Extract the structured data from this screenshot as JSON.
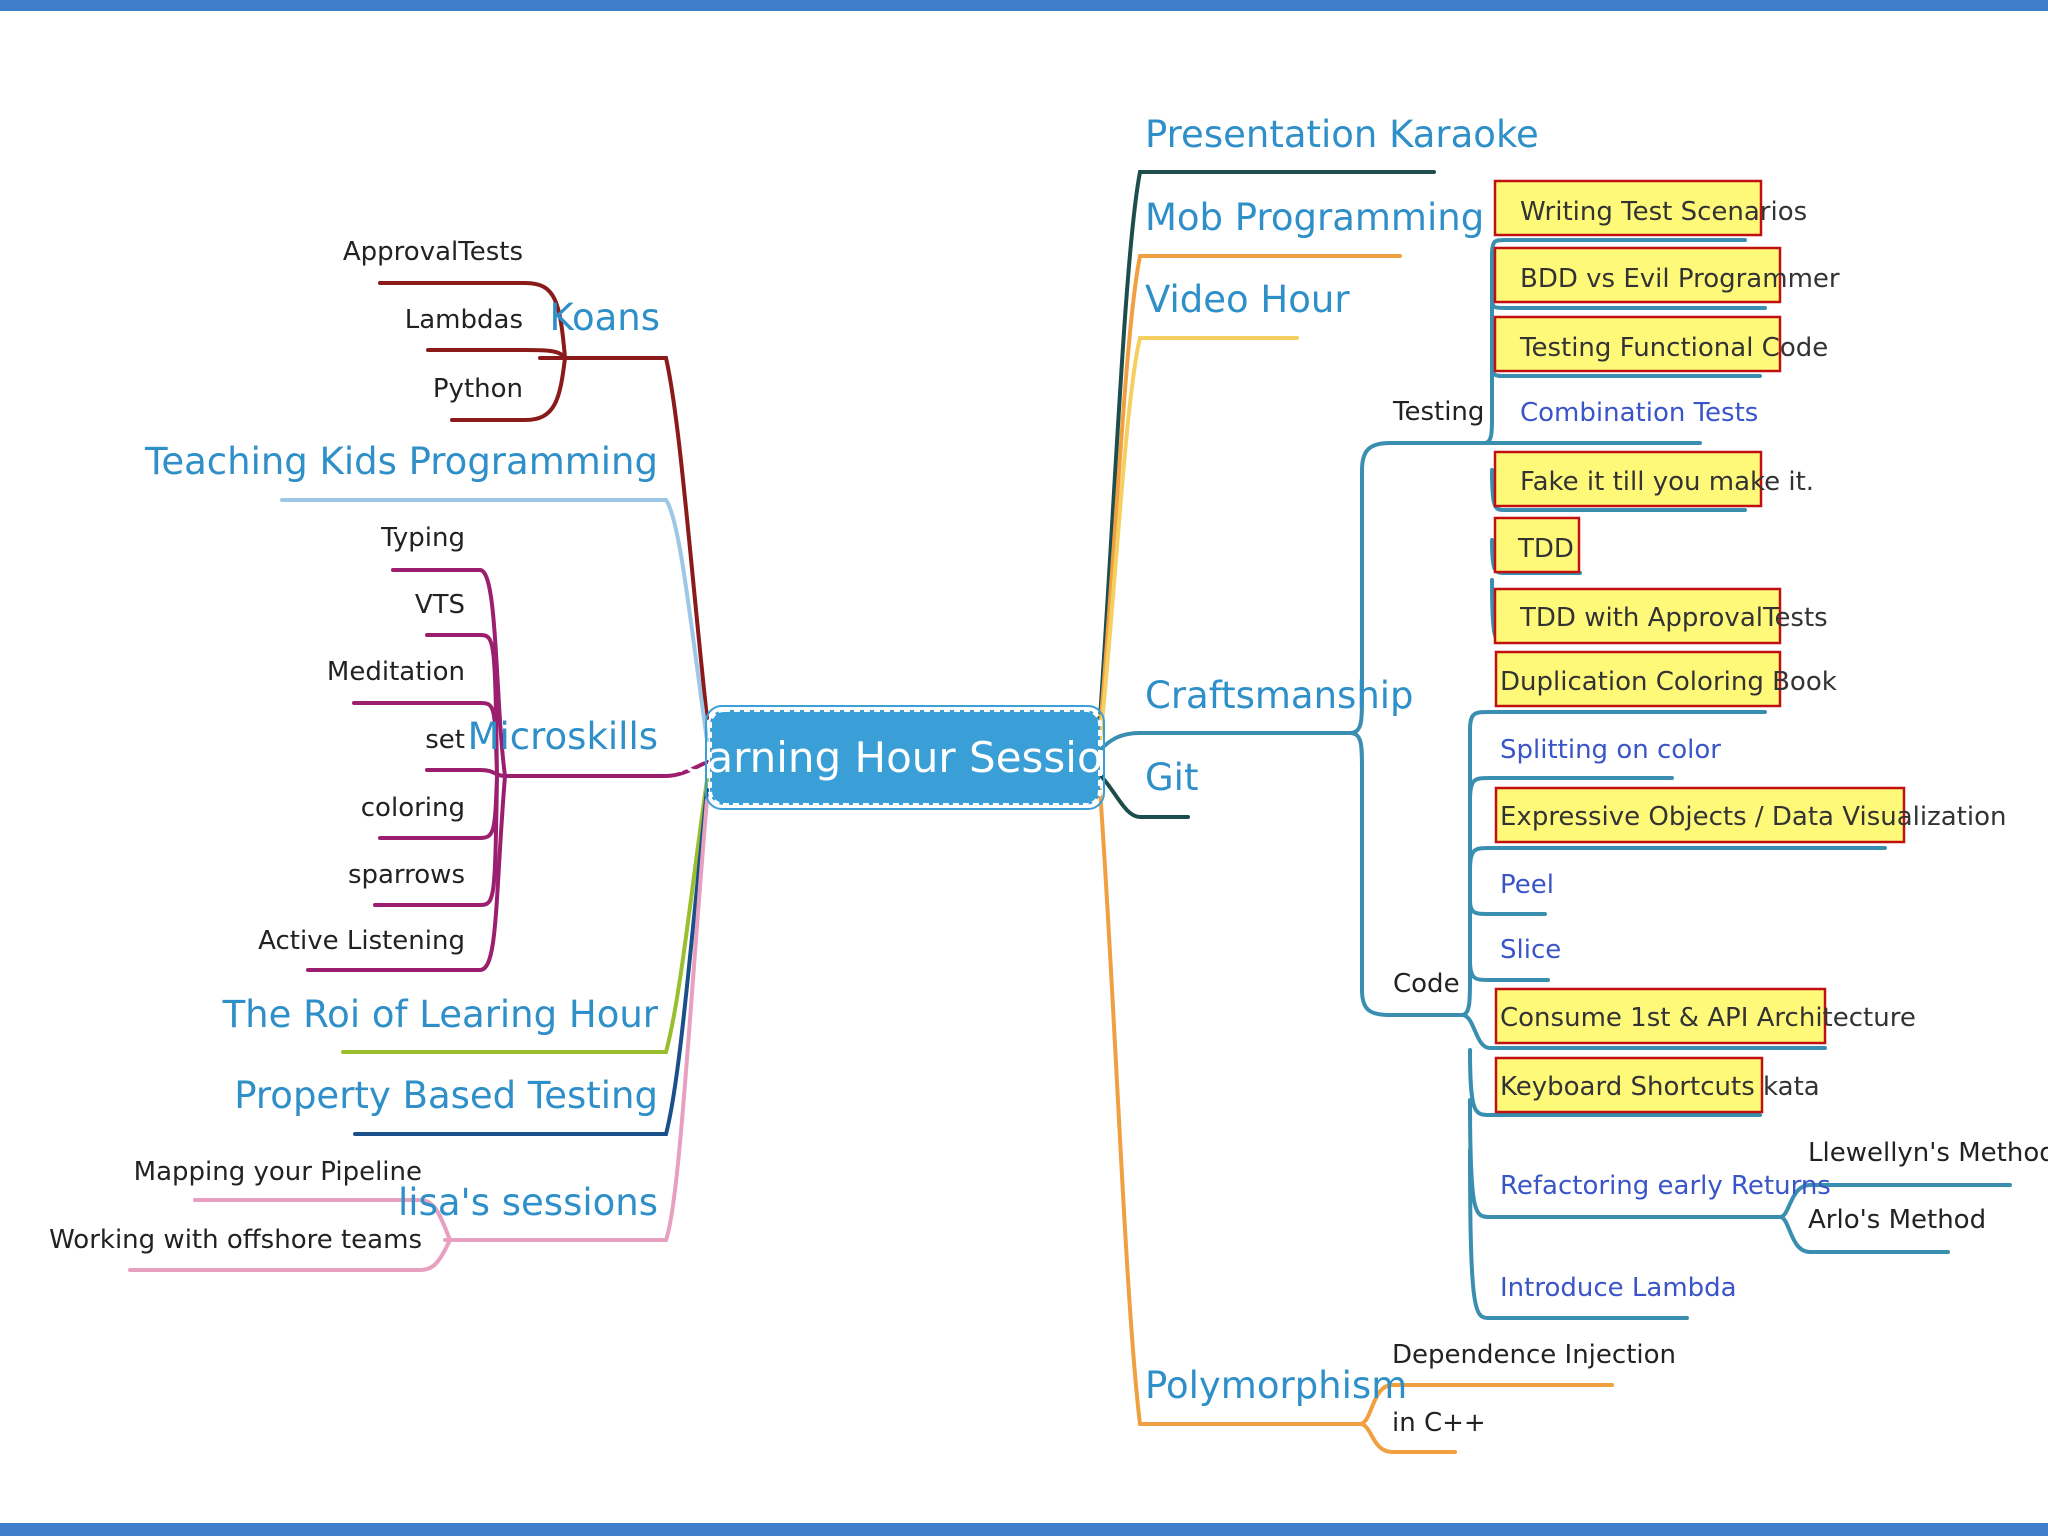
{
  "center": "Learning Hour Sessions",
  "left": {
    "koans": {
      "label": "Koans",
      "children": [
        "ApprovalTests",
        "Lambdas",
        "Python"
      ]
    },
    "teaching_kids": {
      "label": "Teaching Kids Programming"
    },
    "microskills": {
      "label": "Microskills",
      "children": [
        "Typing",
        "VTS",
        "Meditation",
        "set",
        "coloring",
        "sparrows",
        "Active Listening"
      ]
    },
    "roi": {
      "label": "The Roi of Learing Hour"
    },
    "property_based": {
      "label": "Property Based Testing"
    },
    "lisa": {
      "label": "lisa's sessions",
      "children": [
        "Mapping your Pipeline",
        "Working with offshore teams"
      ]
    }
  },
  "right": {
    "karaoke": {
      "label": "Presentation Karaoke"
    },
    "mob": {
      "label": "Mob Programming"
    },
    "video": {
      "label": "Video Hour"
    },
    "craftsmanship": {
      "label": "Craftsmanship",
      "testing": {
        "label": "Testing",
        "children": [
          "Writing Test Scenarios",
          "BDD vs Evil Programmer",
          "Testing Functional Code",
          "Combination Tests",
          "Fake it till you make it.",
          "TDD",
          "TDD with ApprovalTests"
        ]
      },
      "code": {
        "label": "Code",
        "children": [
          "Duplication Coloring Book",
          "Splitting on color",
          "Expressive Objects / Data Visualization",
          "Peel",
          "Slice",
          "Consume 1st & API Architecture",
          "Keyboard Shortcuts kata",
          "Refactoring early Returns",
          "Introduce Lambda"
        ],
        "refactoring_children": [
          "Llewellyn's Methods",
          "Arlo's Method"
        ]
      }
    },
    "git": {
      "label": "Git"
    },
    "polymorphism": {
      "label": "Polymorphism",
      "children": [
        "Dependence Injection",
        "in C++"
      ]
    }
  },
  "highlighted_items": [
    "Writing Test Scenarios",
    "BDD vs Evil Programmer",
    "Testing Functional Code",
    "Fake it till you make it.",
    "TDD",
    "TDD with ApprovalTests",
    "Duplication Coloring Book",
    "Expressive Objects / Data Visualization",
    "Consume 1st & API Architecture",
    "Keyboard Shortcuts kata"
  ],
  "colors": {
    "frame_bar": "#3e7ecb",
    "center_fill": "#3a9fd6",
    "topic_text": "#2f8fc8",
    "subtopic_link_text": "#3a55c8",
    "highlight_fill": "#fff97a",
    "highlight_border": "#c01010",
    "koans": "#8b1a1a",
    "microskills": "#9b1f6e",
    "teaching_kids": "#9cc7e6",
    "roi": "#9abf2e",
    "property_based": "#1a4f8a",
    "lisa": "#e8a0c0",
    "karaoke": "#1e4d4d",
    "mob": "#f0a040",
    "video": "#f5d060",
    "craftsmanship": "#3a8fb0",
    "git": "#1e4d4d",
    "polymorphism": "#f0a040"
  }
}
